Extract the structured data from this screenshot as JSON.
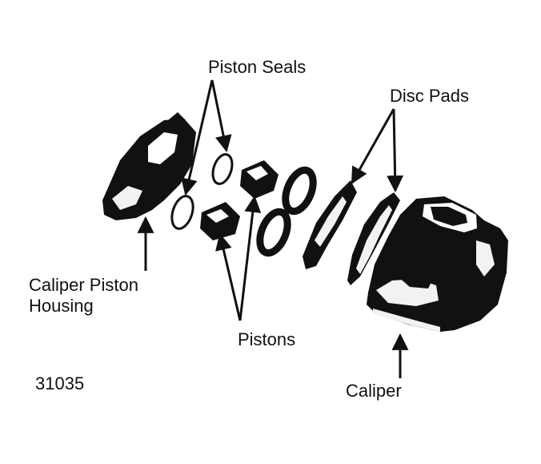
{
  "labels": {
    "piston_seals": "Piston Seals",
    "disc_pads": "Disc Pads",
    "caliper_piston_housing_line1": "Caliper Piston",
    "caliper_piston_housing_line2": "Housing",
    "pistons": "Pistons",
    "caliper": "Caliper",
    "figure_number": "31035"
  },
  "colors": {
    "ink": "#111111",
    "paper": "#ffffff",
    "highlight": "#f2f2f2"
  }
}
